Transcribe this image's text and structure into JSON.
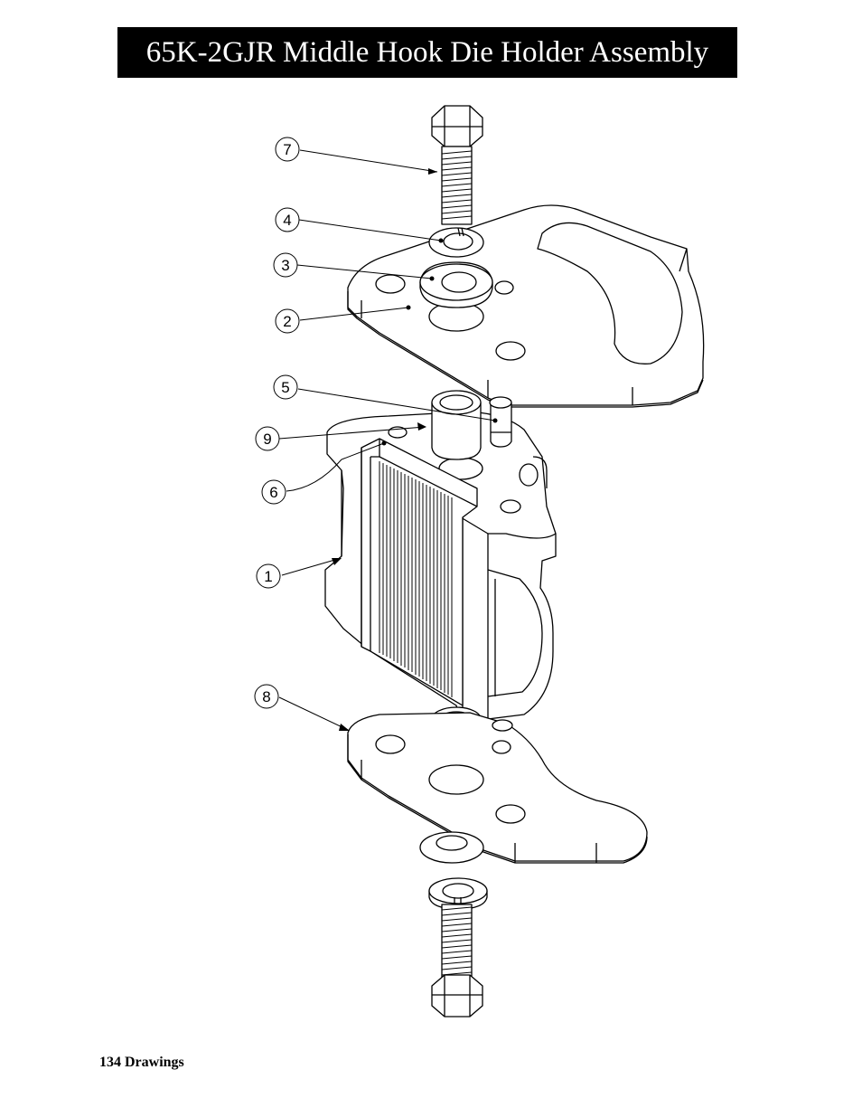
{
  "title": "65K-2GJR Middle Hook Die Holder Assembly",
  "footer": {
    "page_number": "134",
    "section": "Drawings"
  },
  "callouts": [
    {
      "id": "7",
      "label": "7"
    },
    {
      "id": "4",
      "label": "4"
    },
    {
      "id": "3",
      "label": "3"
    },
    {
      "id": "2",
      "label": "2"
    },
    {
      "id": "5",
      "label": "5"
    },
    {
      "id": "9",
      "label": "9"
    },
    {
      "id": "6",
      "label": "6"
    },
    {
      "id": "1",
      "label": "1"
    },
    {
      "id": "8",
      "label": "8"
    }
  ]
}
